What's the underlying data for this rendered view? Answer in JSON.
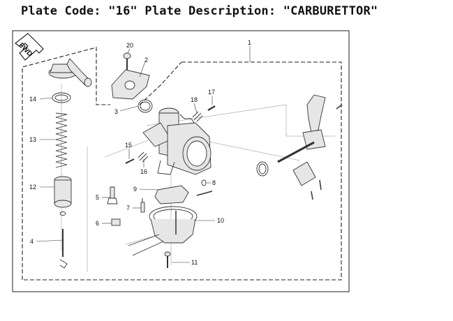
{
  "header": {
    "plate_code_label": "Plate Code:",
    "plate_code": "\"16\"",
    "plate_description_label": "Plate Description:",
    "plate_description": "\"CARBURETTOR\""
  },
  "badge": {
    "text": "FWD",
    "icon": "fwd-arrow-icon"
  },
  "callouts": [
    "1",
    "2",
    "3",
    "4",
    "5",
    "6",
    "7",
    "8",
    "9",
    "10",
    "11",
    "12",
    "13",
    "14",
    "15",
    "16",
    "17",
    "18",
    "20"
  ]
}
